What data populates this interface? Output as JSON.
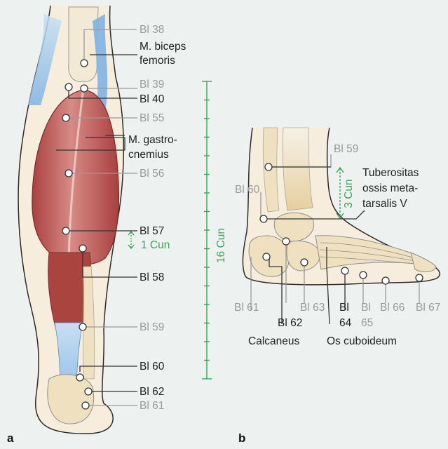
{
  "panels": {
    "a": "a",
    "b": "b"
  },
  "leg": {
    "points": {
      "bl38": "Bl 38",
      "bl39": "Bl 39",
      "bl40": "Bl 40",
      "bl55": "Bl 55",
      "bl56": "Bl 56",
      "bl57": "Bl 57",
      "bl58": "Bl 58",
      "bl59": "Bl 59",
      "bl60": "Bl 60",
      "bl62": "Bl 62",
      "bl61": "Bl 61"
    },
    "structures": {
      "biceps_line1": "M. biceps",
      "biceps_line2": "femoris",
      "gastro_line1": "M. gastro-",
      "gastro_line2": "cnemius"
    },
    "measures": {
      "one_cun": "1 Cun",
      "sixteen_cun": "16 Cun"
    }
  },
  "foot": {
    "points": {
      "bl59": "Bl 59",
      "bl60": "Bl 60",
      "bl61": "Bl 61",
      "bl62": "Bl 62",
      "bl63": "Bl 63",
      "bl64_line1": "Bl",
      "bl64_line2": "64",
      "bl65_line1": "Bl",
      "bl65_line2": "65",
      "bl66": "Bl 66",
      "bl67": "Bl 67"
    },
    "structures": {
      "tuber_line1": "Tuberositas",
      "tuber_line2": "ossis meta-",
      "tuber_line3": "tarsalis V",
      "calcaneus": "Calcaneus",
      "cuboideum": "Os cuboideum"
    },
    "measures": {
      "three_cun": "3 Cun"
    }
  },
  "colors": {
    "background": "#edf2f1",
    "muscle": "#b9504f",
    "tendon": "#8fc0e8",
    "bone": "#efe0c0",
    "skin": "#f6eddc",
    "measure_green": "#3aa556",
    "label_grey": "#9a9a9a",
    "label_dark": "#222222"
  }
}
